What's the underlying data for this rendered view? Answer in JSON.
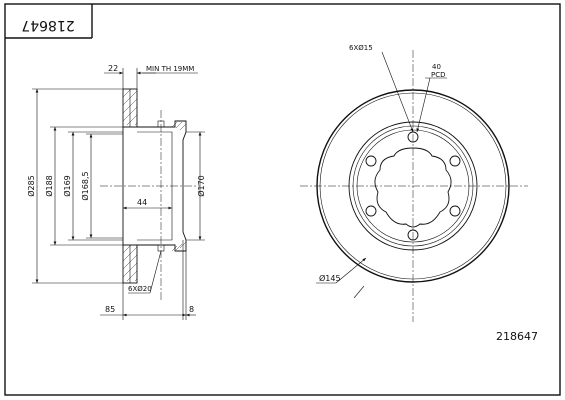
{
  "title_block": {
    "part_number_rotated": "218647"
  },
  "part_number": "218647",
  "side_view": {
    "dim_thickness": "22",
    "dim_min_thickness": "MIN TH 19MM",
    "dim_outer_diameter": "Ø285",
    "dim_d188": "Ø188",
    "dim_d169": "Ø169",
    "dim_d168": "Ø168,5",
    "dim_depth": "44",
    "dim_hub_bore": "Ø170",
    "dim_holes": "6XØ20",
    "dim_height": "85",
    "dim_flange": "8"
  },
  "front_view": {
    "dim_bolt_holes": "6XØ15",
    "dim_angle": "40",
    "dim_pcd": "PCD",
    "dim_bolt_circle": "Ø145"
  }
}
